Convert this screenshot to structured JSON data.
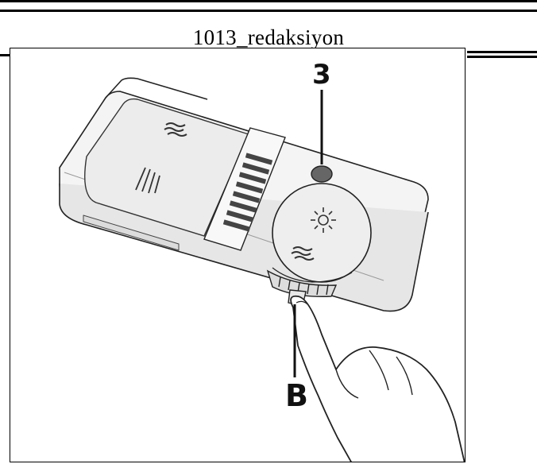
{
  "document": {
    "title": "1013_redaksiyon"
  },
  "illustration": {
    "callouts": {
      "label_3": "3",
      "label_b": "B"
    }
  }
}
